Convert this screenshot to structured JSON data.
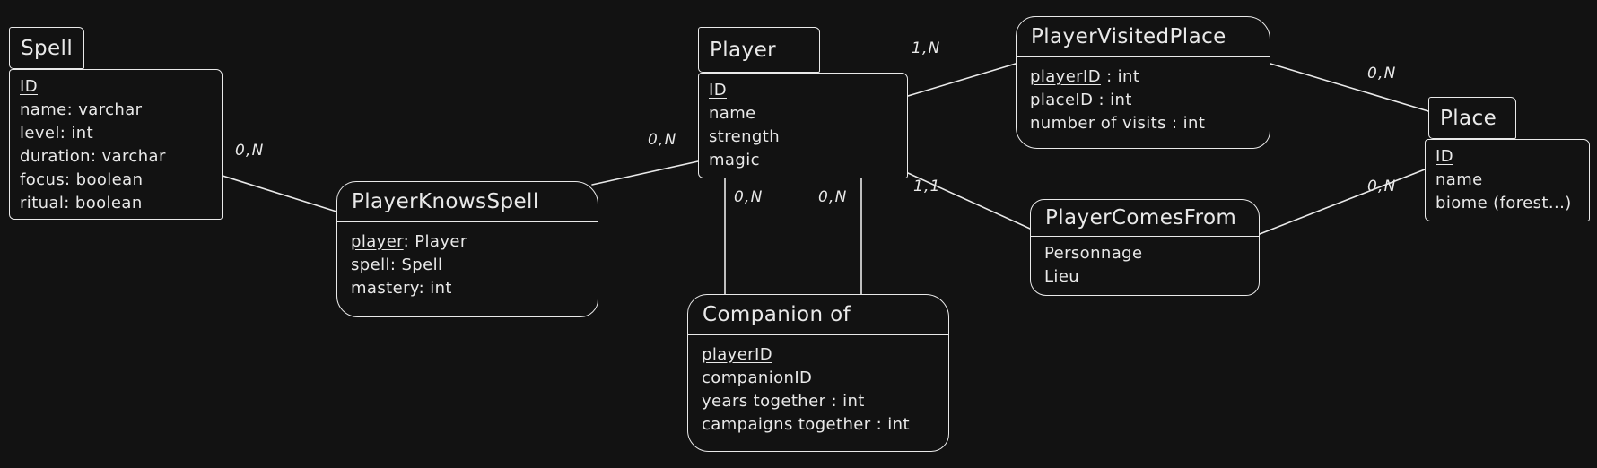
{
  "app": {
    "background": "#121212",
    "stroke_color": "#e9e9e9"
  },
  "entities": {
    "spell": {
      "title": "Spell",
      "attributes": [
        {
          "key": "ID",
          "rest": ""
        },
        {
          "key": "",
          "rest": "name: varchar"
        },
        {
          "key": "",
          "rest": "level: int"
        },
        {
          "key": "",
          "rest": "duration: varchar"
        },
        {
          "key": "",
          "rest": "focus: boolean"
        },
        {
          "key": "",
          "rest": "ritual: boolean"
        }
      ]
    },
    "player": {
      "title": "Player",
      "attributes": [
        {
          "key": "ID",
          "rest": ""
        },
        {
          "key": "",
          "rest": "name"
        },
        {
          "key": "",
          "rest": "strength"
        },
        {
          "key": "",
          "rest": "magic"
        }
      ]
    },
    "place": {
      "title": "Place",
      "attributes": [
        {
          "key": "ID",
          "rest": ""
        },
        {
          "key": "",
          "rest": "name"
        },
        {
          "key": "",
          "rest": "biome (forest...)"
        }
      ]
    }
  },
  "relations": {
    "playerKnowsSpell": {
      "title": "PlayerKnowsSpell",
      "attributes": [
        {
          "key": "player",
          "rest": ": Player"
        },
        {
          "key": "spell",
          "rest": ": Spell"
        },
        {
          "key": "",
          "rest": "mastery: int"
        }
      ]
    },
    "playerVisitedPlace": {
      "title": "PlayerVisitedPlace",
      "attributes": [
        {
          "key": "playerID",
          "rest": " : int"
        },
        {
          "key": "placeID",
          "rest": " : int"
        },
        {
          "key": "",
          "rest": "number of visits : int"
        }
      ]
    },
    "playerComesFrom": {
      "title": "PlayerComesFrom",
      "attributes": [
        {
          "key": "",
          "rest": "Personnage"
        },
        {
          "key": "",
          "rest": "Lieu"
        }
      ]
    },
    "companionOf": {
      "title": "Companion of",
      "attributes": [
        {
          "key": "playerID",
          "rest": ""
        },
        {
          "key": "companionID",
          "rest": ""
        },
        {
          "key": "",
          "rest": "years together : int"
        },
        {
          "key": "",
          "rest": "campaigns together : int"
        }
      ]
    }
  },
  "cardinalities": {
    "spell_knows": "0,N",
    "knows_player": "0,N",
    "player_visited": "1,N",
    "visited_place": "0,N",
    "player_comesfrom": "1,1",
    "comesfrom_place": "0,N",
    "companion_left": "0,N",
    "companion_right": "0,N"
  }
}
